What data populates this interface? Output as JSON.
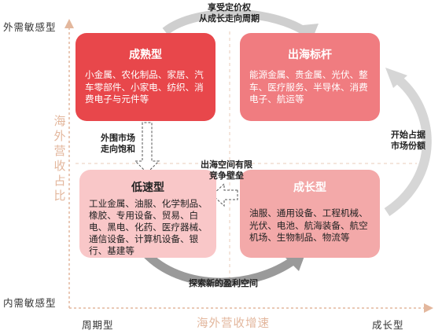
{
  "axes": {
    "y_top": "外需敏感型",
    "y_bottom": "内需敏感型",
    "y_title": "海外营收占比",
    "x_left": "周期型",
    "x_title": "海外营收增速",
    "x_right": "成长型"
  },
  "quadrants": {
    "mature": {
      "title": "成熟型",
      "items": "小金属、农化制品、家居、汽车零部件、小家电、纺织、消费电子与元件等",
      "color": "#e8474b"
    },
    "benchmark": {
      "title": "出海标杆",
      "items": "能源金属、贵金属、光伏、整车、医疗服务、半导体、消费电子、航运等",
      "color": "#f07c80"
    },
    "low_speed": {
      "title": "低速型",
      "items": "工业金属、油服、化学制品、橡胶、专用设备、贸易、白电、黑电、化药、医疗器械、通信设备、计算机设备、银行、基建等",
      "color": "#f9c7c8"
    },
    "growth": {
      "title": "成长型",
      "items": "油服、通用设备、工程机械、光伏、电池、航海装备、航空机场、生物制品、物流等",
      "color": "#f3a9a9"
    }
  },
  "transitions": {
    "top": "享受定价权\n从成长走向周期",
    "right": "开始占据\n市场份额",
    "left": "外围市场\n走向饱和",
    "middle": "出海空间有限\n竞争壁垒",
    "bottom": "探索新的盈利空间"
  },
  "colors": {
    "axis": "#e3b79d",
    "curve_arrow": "#cfcfcf",
    "dark_text": "#222222"
  }
}
